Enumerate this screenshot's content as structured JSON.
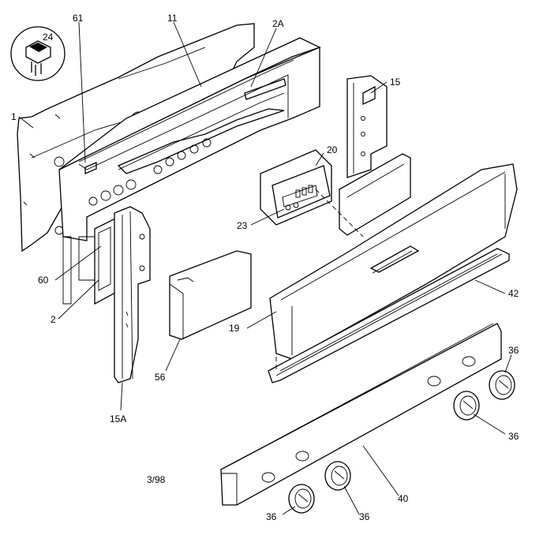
{
  "callouts": {
    "c1": "1",
    "c2": "2",
    "c2a": "2A",
    "c11": "11",
    "c15": "15",
    "c15a": "15A",
    "c19": "19",
    "c20": "20",
    "c23": "23",
    "c24": "24",
    "c36_a": "36",
    "c36_b": "36",
    "c36_c": "36",
    "c36_d": "36",
    "c40": "40",
    "c42": "42",
    "c56": "56",
    "c60": "60",
    "c61": "61"
  },
  "date_code": "3/98"
}
